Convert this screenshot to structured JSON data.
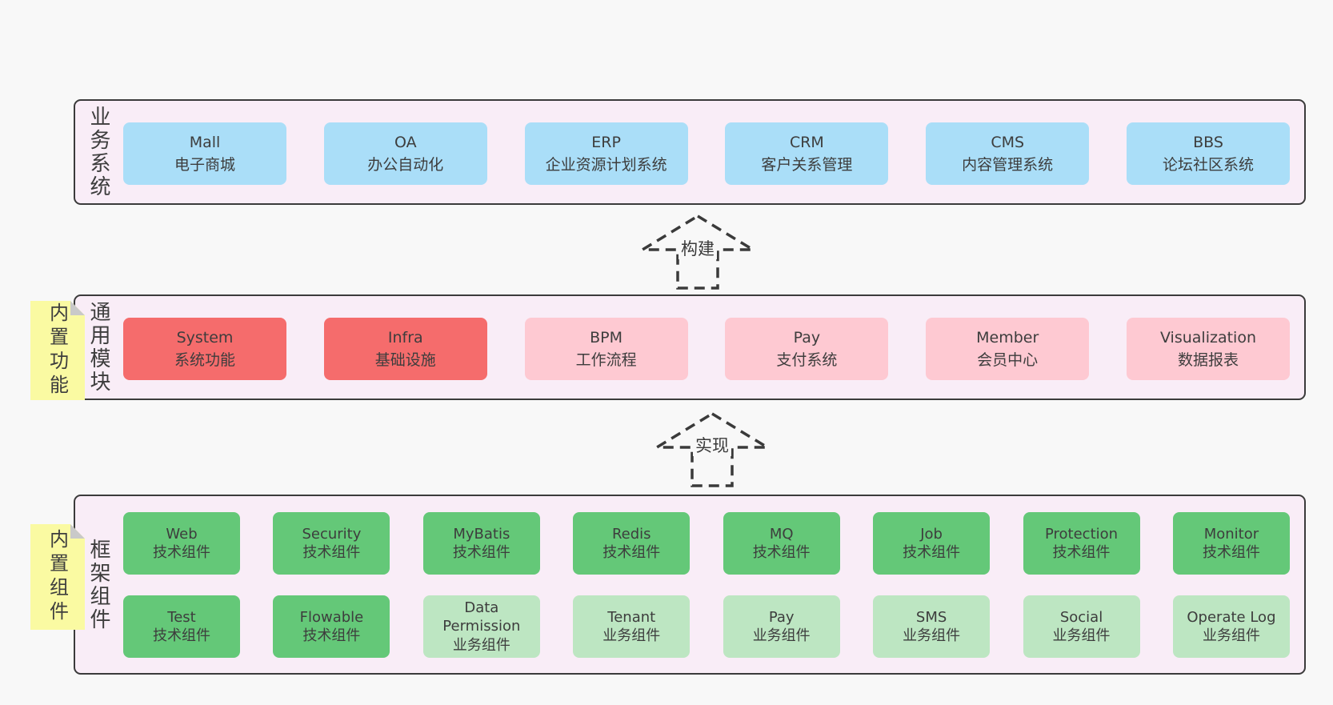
{
  "colors": {
    "page_bg": "#f8f8f8",
    "layer_bg": "#f9edf7",
    "layer_border": "#3b3b3b",
    "blue": "#aadef8",
    "red": "#f56c6c",
    "pink": "#fec9d2",
    "green_dark": "#64c878",
    "green_light": "#bde6c2",
    "sticky_yellow": "#fafaa2",
    "sticky_fold": "#c9c9c9",
    "text": "#3d3d3d"
  },
  "layers": {
    "business": {
      "side_label": "业务系统",
      "boxes": [
        {
          "title": "Mall",
          "subtitle": "电子商城",
          "variant": "blue"
        },
        {
          "title": "OA",
          "subtitle": "办公自动化",
          "variant": "blue"
        },
        {
          "title": "ERP",
          "subtitle": "企业资源计划系统",
          "variant": "blue"
        },
        {
          "title": "CRM",
          "subtitle": "客户关系管理",
          "variant": "blue"
        },
        {
          "title": "CMS",
          "subtitle": "内容管理系统",
          "variant": "blue"
        },
        {
          "title": "BBS",
          "subtitle": "论坛社区系统",
          "variant": "blue"
        }
      ]
    },
    "modules": {
      "side_label": "通用模块",
      "sticky_label": "内置功能",
      "boxes": [
        {
          "title": "System",
          "subtitle": "系统功能",
          "variant": "red"
        },
        {
          "title": "Infra",
          "subtitle": "基础设施",
          "variant": "red"
        },
        {
          "title": "BPM",
          "subtitle": "工作流程",
          "variant": "pink"
        },
        {
          "title": "Pay",
          "subtitle": "支付系统",
          "variant": "pink"
        },
        {
          "title": "Member",
          "subtitle": "会员中心",
          "variant": "pink"
        },
        {
          "title": "Visualization",
          "subtitle": "数据报表",
          "variant": "pink"
        }
      ]
    },
    "components": {
      "side_label": "框架组件",
      "sticky_label": "内置组件",
      "row1": [
        {
          "title": "Web",
          "subtitle": "技术组件",
          "variant": "green-dark"
        },
        {
          "title": "Security",
          "subtitle": "技术组件",
          "variant": "green-dark"
        },
        {
          "title": "MyBatis",
          "subtitle": "技术组件",
          "variant": "green-dark"
        },
        {
          "title": "Redis",
          "subtitle": "技术组件",
          "variant": "green-dark"
        },
        {
          "title": "MQ",
          "subtitle": "技术组件",
          "variant": "green-dark"
        },
        {
          "title": "Job",
          "subtitle": "技术组件",
          "variant": "green-dark"
        },
        {
          "title": "Protection",
          "subtitle": "技术组件",
          "variant": "green-dark"
        },
        {
          "title": "Monitor",
          "subtitle": "技术组件",
          "variant": "green-dark"
        }
      ],
      "row2": [
        {
          "title": "Test",
          "subtitle": "技术组件",
          "variant": "green-dark"
        },
        {
          "title": "Flowable",
          "subtitle": "技术组件",
          "variant": "green-dark"
        },
        {
          "title": "Data Permission",
          "subtitle": "业务组件",
          "variant": "green-light"
        },
        {
          "title": "Tenant",
          "subtitle": "业务组件",
          "variant": "green-light"
        },
        {
          "title": "Pay",
          "subtitle": "业务组件",
          "variant": "green-light"
        },
        {
          "title": "SMS",
          "subtitle": "业务组件",
          "variant": "green-light"
        },
        {
          "title": "Social",
          "subtitle": "业务组件",
          "variant": "green-light"
        },
        {
          "title": "Operate Log",
          "subtitle": "业务组件",
          "variant": "green-light"
        }
      ]
    }
  },
  "arrows": [
    {
      "label": "构建"
    },
    {
      "label": "实现"
    }
  ]
}
